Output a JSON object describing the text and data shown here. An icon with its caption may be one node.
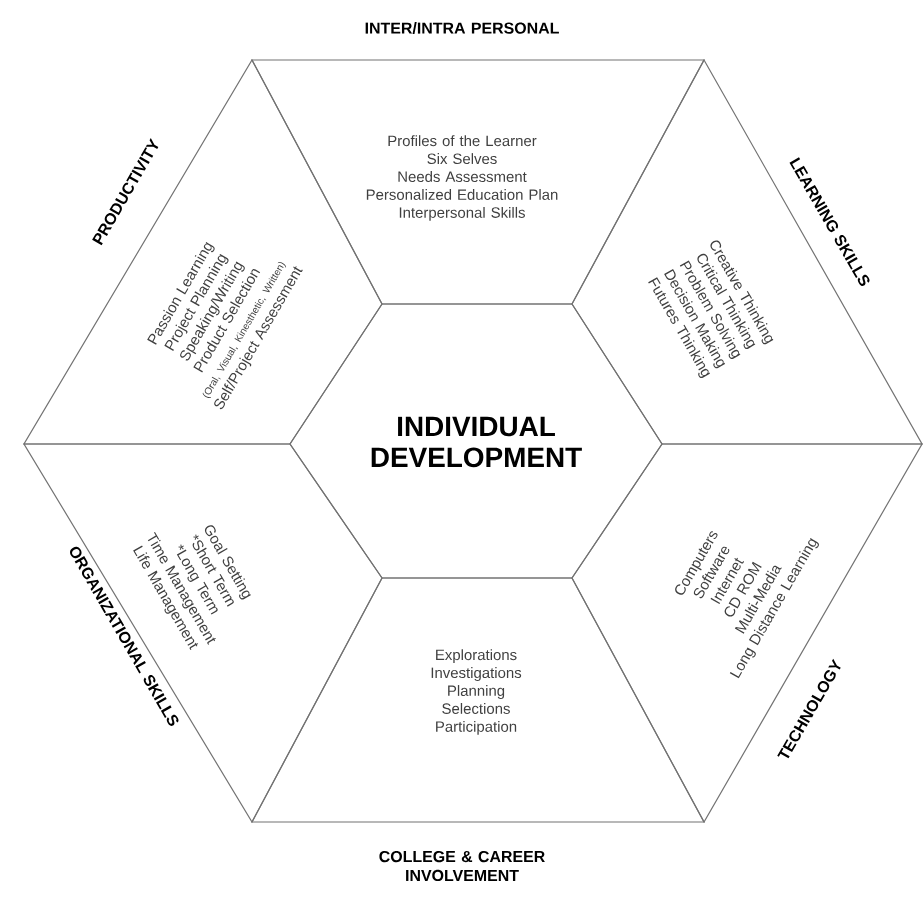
{
  "diagram": {
    "nodes": [
      {
        "text": [
          "INDIVIDUAL DEVELOPMENT"
        ]
      },
      {
        "text": [
          "INTER/INTRA PERSONAL",
          "Profiles of the Learner",
          "Six Selves",
          "Needs Assessment",
          "Personalized Education Plan",
          "Interpersonal Skills"
        ]
      },
      {
        "text": [
          "PRODUCTIVITY",
          "Passion Learning",
          "Project Planning",
          "Speaking/Writing",
          "Product Selection",
          "(Oral, Visual, Kinesthetic, Written)",
          "Self/Project Assessment"
        ]
      },
      {
        "text": [
          "LEARNING SKILLS",
          "Creative Thinking",
          "Critical Thinking",
          "Problem Solving",
          "Decision Making",
          "Futures Thinking"
        ]
      },
      {
        "text": [
          "ORGANIZATIONAL SKILLS",
          "Goal Setting",
          "*Short Term",
          "*Long Term",
          "Time Management",
          "Life Management"
        ]
      },
      {
        "text": [
          "TECHNOLOGY",
          "Computers",
          "Software",
          "Internet",
          "CD ROM",
          "Multi-Media",
          "Long Distance Learning"
        ]
      },
      {
        "text": [
          "COLLEGE & CAREER INVOLVEMENT",
          "Explorations",
          "Investigations",
          "Planning",
          "Selections",
          "Participation"
        ]
      }
    ]
  }
}
